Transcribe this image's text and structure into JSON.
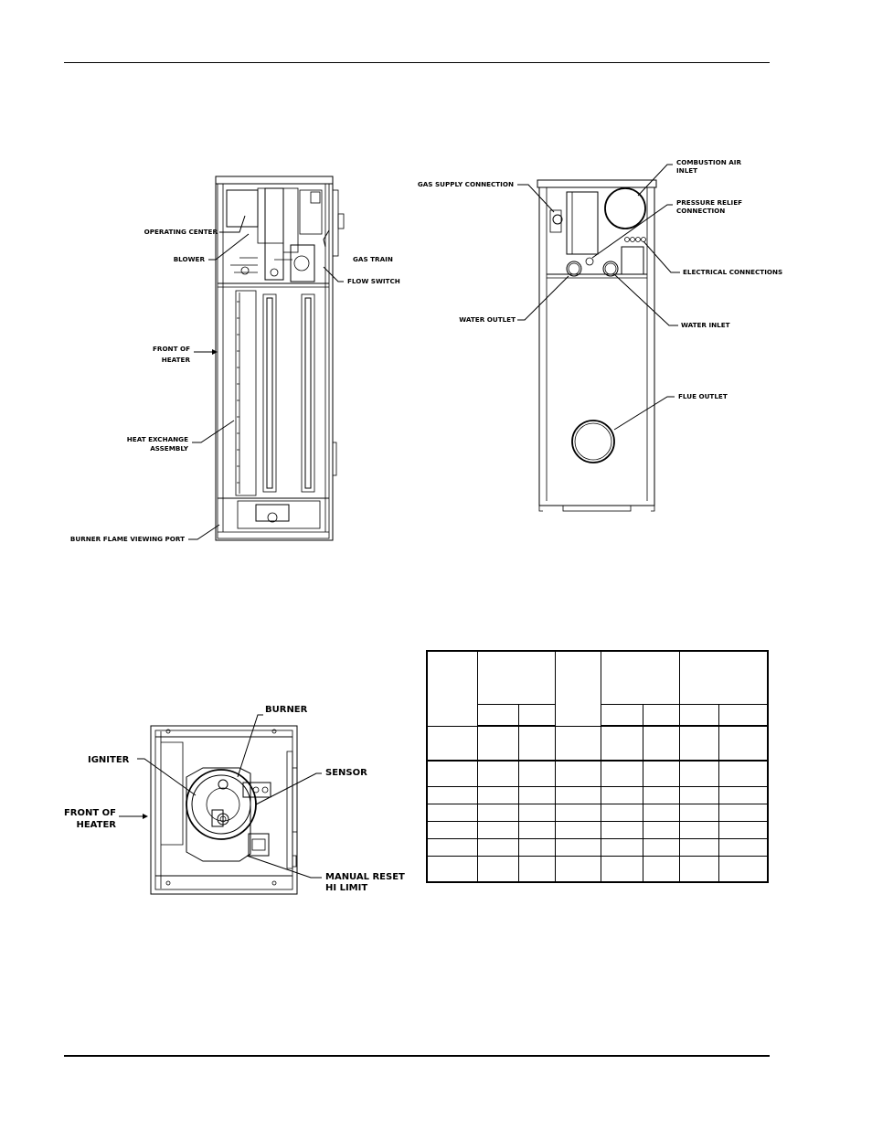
{
  "page": {
    "rules": [
      "top-rule",
      "bottom-rule"
    ]
  },
  "fig_side_view": {
    "labels": {
      "operating_center": "OPERATING CENTER",
      "blower": "BLOWER",
      "gas_train": "GAS TRAIN",
      "flow_switch": "FLOW SWITCH",
      "front_of_heater_1": "FRONT OF",
      "front_of_heater_2": "HEATER",
      "heat_exchange_1": "HEAT EXCHANGE",
      "heat_exchange_2": "ASSEMBLY",
      "burner_port": "BURNER FLAME VIEWING PORT"
    }
  },
  "fig_rear_view": {
    "labels": {
      "gas_supply": "GAS SUPPLY CONNECTION",
      "combustion_air_1": "COMBUSTION AIR",
      "combustion_air_2": "INLET",
      "pressure_relief_1": "PRESSURE RELIEF",
      "pressure_relief_2": "CONNECTION",
      "electrical": "ELECTRICAL CONNECTIONS",
      "water_outlet": "WATER OUTLET",
      "water_inlet": "WATER INLET",
      "flue_outlet": "FLUE OUTLET"
    }
  },
  "fig_burner_view": {
    "labels": {
      "burner": "BURNER",
      "igniter": "IGNITER",
      "sensor": "SENSOR",
      "front_1": "FRONT OF",
      "front_2": "HEATER",
      "manual_reset_1": "MANUAL RESET",
      "manual_reset_2": "HI LIMIT"
    }
  },
  "spec_table": {
    "header_cells": [
      "",
      "",
      "",
      "",
      "",
      "",
      "",
      "",
      "",
      "",
      "",
      ""
    ],
    "rows": 7,
    "columns": 8
  }
}
